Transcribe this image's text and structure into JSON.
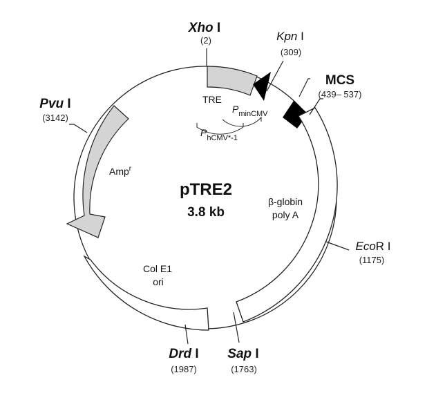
{
  "plasmid": {
    "name": "pTRE2",
    "size": "3.8 kb"
  },
  "sites": {
    "xho": {
      "italic": "Xho",
      "rest": " I",
      "pos": "(2)"
    },
    "kpn": {
      "italic": "Kpn",
      "rest": " I",
      "pos": "(309)"
    },
    "mcs": {
      "name": "MCS",
      "pos": "(439– 537)"
    },
    "pvu": {
      "italic": "Pvu",
      "rest": " I",
      "pos": "(3142)"
    },
    "eco": {
      "italic": "Eco",
      "rest": "R I",
      "pos": "(1175)"
    },
    "drd": {
      "italic": "Drd",
      "rest": " I",
      "pos": "(1987)"
    },
    "sap": {
      "italic": "Sap",
      "rest": " I",
      "pos": "(1763)"
    }
  },
  "features": {
    "tre": "TRE",
    "pmin": {
      "p": "P",
      "sub": "minCMV"
    },
    "phcmv": {
      "p": "P",
      "sub": "hCMV*-1"
    },
    "amp": {
      "main": "Amp",
      "sup": "r"
    },
    "colE1": {
      "line1": "Col E1",
      "line2": "ori"
    },
    "globin": {
      "line1": "β-globin",
      "line2": "poly A"
    }
  },
  "colors": {
    "fill_light": "#d4d4d4",
    "fill_dark": "#000000",
    "stroke": "#222222"
  }
}
